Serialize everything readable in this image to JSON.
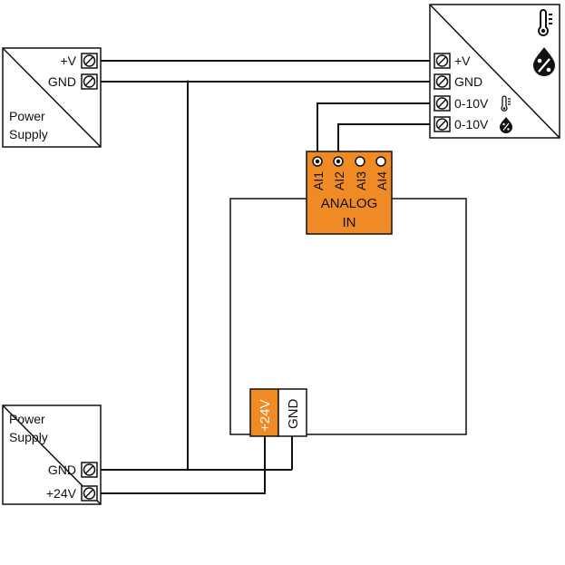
{
  "colors": {
    "orange": "#f08a24",
    "line": "#111111"
  },
  "power_supply_top": {
    "label_line1": "Power",
    "label_line2": "Supply",
    "terminals": [
      "+V",
      "GND"
    ]
  },
  "sensor": {
    "icons": [
      "thermometer-icon",
      "humidity-percent-icon"
    ],
    "terminals": [
      "+V",
      "GND",
      "0-10V",
      "0-10V"
    ],
    "terminal_icons": [
      "",
      "",
      "thermometer-icon",
      "humidity-percent-icon"
    ]
  },
  "analog_module": {
    "inputs": [
      "AI1",
      "AI2",
      "AI3",
      "AI4"
    ],
    "label_line1": "ANALOG",
    "label_line2": "IN"
  },
  "power_block": {
    "pos_label": "+24V",
    "gnd_label": "GND"
  },
  "power_supply_bottom": {
    "label_line1": "Power",
    "label_line2": "Supply",
    "terminals": [
      "GND",
      "+24V"
    ]
  }
}
